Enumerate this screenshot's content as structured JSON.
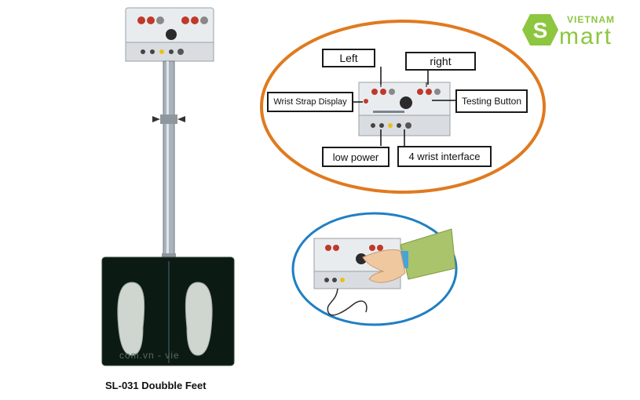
{
  "brand": {
    "logo_top": "VIETNAM",
    "logo_main": "mart",
    "colors": {
      "green": "#8dc63f",
      "ring_orange": "#e07a1f",
      "ring_blue": "#1f7fc4"
    }
  },
  "callouts": {
    "left": "Left",
    "right": "right",
    "wrist_strap_display": "Wrist Strap Display",
    "testing_button": "Testing Button",
    "low_power": "low power",
    "wrist_interface": "4 wrist interface"
  },
  "caption": "SL-031 Doubble Feet",
  "watermark": "com.vn - vie",
  "icons": [
    "tester-stand-illustration",
    "control-box-illustration",
    "hand-pressing-button-illustration",
    "foot-plate-icon"
  ]
}
